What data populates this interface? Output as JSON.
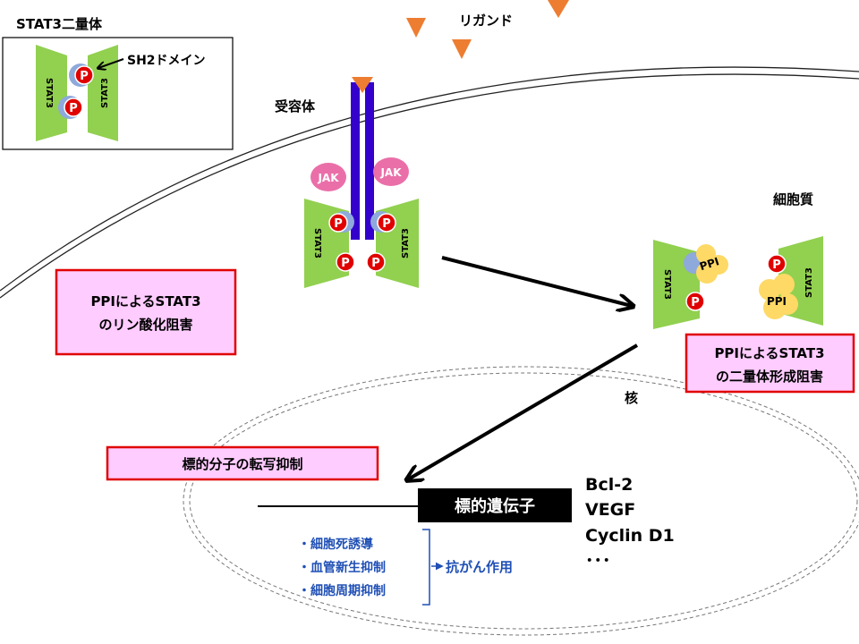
{
  "inset": {
    "title": "STAT3二量体",
    "sh2_label": "SH2ドメイン",
    "left_protein": "STAT3",
    "right_protein": "STAT3",
    "phospho_top": "P",
    "phospho_bottom": "P"
  },
  "ligand_label": "リガンド",
  "receptor_label": "受容体",
  "cytoplasm_label": "細胞質",
  "nucleus_label": "核",
  "receptor_complex": {
    "jak_left": "JAK",
    "jak_right": "JAK",
    "left_protein": "STAT3",
    "right_protein": "STAT3",
    "phospho": [
      "P",
      "P",
      "P",
      "P"
    ]
  },
  "ppi_monomers": {
    "left_protein": "STAT3",
    "left_ppi": "PPI",
    "left_phospho": "P",
    "right_protein": "STAT3",
    "right_ppi": "PPI",
    "right_phospho": "P"
  },
  "phosphorylation_box": {
    "line1": "PPIによるSTAT3",
    "line2": "のリン酸化阻害"
  },
  "dimerization_box": {
    "line1": "PPIによるSTAT3",
    "line2": "の二量体形成阻害"
  },
  "transcription_box": "標的分子の転写抑制",
  "target_gene": "標的遺伝子",
  "genes": [
    "Bcl-2",
    "VEGF",
    "Cyclin D1",
    "･･･"
  ],
  "effects": [
    "・細胞死誘導",
    "・血管新生抑制",
    "・細胞周期抑制"
  ],
  "effect_result": "抗がん作用",
  "colors": {
    "stat3_green": "#92d050",
    "phospho_red": "#e00000",
    "sh2_blue": "#8ea9db",
    "receptor_purple": "#3300cc",
    "ligand_orange": "#ed7d31",
    "jak_pink": "#ea6fa9",
    "ppi_yellow": "#ffd966",
    "box_fill": "#ffccff",
    "box_border": "#e00000",
    "effect_blue": "#1f4fb5"
  }
}
